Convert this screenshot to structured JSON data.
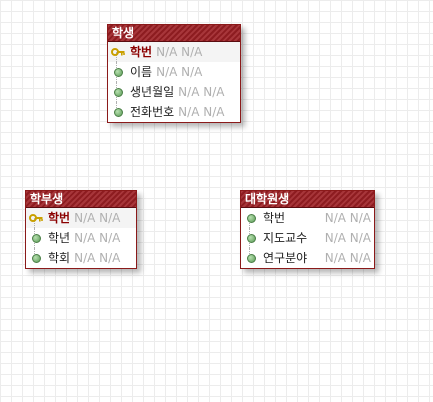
{
  "colors": {
    "header": "#9d1f24",
    "border": "#8b1a1a",
    "primary_key_text": "#8b0000",
    "type_text": "#b0b0b0",
    "grid": "#ececec"
  },
  "entities": {
    "student": {
      "title": "학생",
      "attributes": [
        {
          "name": "학번",
          "type": "N/A N/A",
          "key": true,
          "icon": "key-icon"
        },
        {
          "name": "이름",
          "type": "N/A N/A",
          "key": false,
          "icon": "attribute-dot-icon"
        },
        {
          "name": "생년월일",
          "type": "N/A N/A",
          "key": false,
          "icon": "attribute-dot-icon"
        },
        {
          "name": "전화번호",
          "type": "N/A N/A",
          "key": false,
          "icon": "attribute-dot-icon"
        }
      ]
    },
    "undergraduate": {
      "title": "학부생",
      "attributes": [
        {
          "name": "학번",
          "type": "N/A N/A",
          "key": true,
          "icon": "key-icon"
        },
        {
          "name": "학년",
          "type": "N/A N/A",
          "key": false,
          "icon": "attribute-dot-icon"
        },
        {
          "name": "학회",
          "type": "N/A N/A",
          "key": false,
          "icon": "attribute-dot-icon"
        }
      ]
    },
    "graduate": {
      "title": "대학원생",
      "attributes": [
        {
          "name": "학번",
          "type": "N/A N/A",
          "key": false,
          "icon": "attribute-dot-icon"
        },
        {
          "name": "지도교수",
          "type": "N/A N/A",
          "key": false,
          "icon": "attribute-dot-icon"
        },
        {
          "name": "연구분야",
          "type": "N/A N/A",
          "key": false,
          "icon": "attribute-dot-icon"
        }
      ]
    }
  }
}
